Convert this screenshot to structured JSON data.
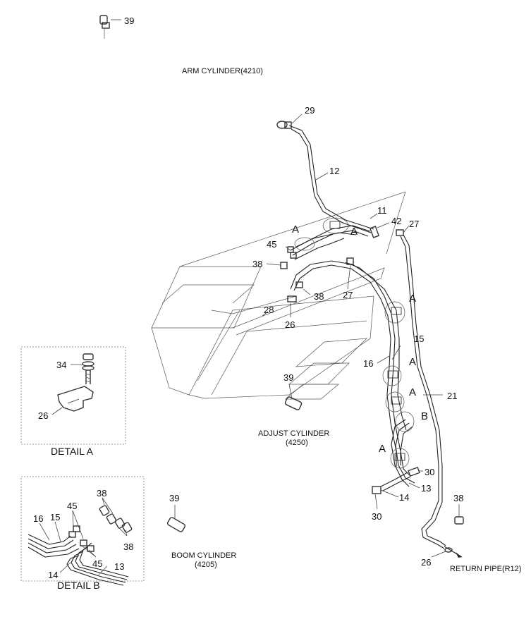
{
  "notes": {
    "arm_cylinder": "ARM CYLINDER(4210)",
    "adjust_cylinder_1": "ADJUST CYLINDER",
    "adjust_cylinder_2": "(4250)",
    "boom_cylinder_1": "BOOM CYLINDER",
    "boom_cylinder_2": "(4205)",
    "return_pipe": "RETURN PIPE(R12)"
  },
  "details": {
    "a_title": "DETAIL  A",
    "b_title": "DETAIL  B"
  },
  "part_numbers": {
    "p39_top": "39",
    "p29": "29",
    "p12": "12",
    "p11": "11",
    "p42": "42",
    "p27_right": "27",
    "p45_main": "45",
    "p38_main_left": "38",
    "p38_main_mid": "38",
    "p27_mid": "27",
    "p28": "28",
    "p26_main": "26",
    "p15_main": "15",
    "p16_main": "16",
    "p21": "21",
    "p39_mid": "39",
    "p30_right": "30",
    "p13_main": "13",
    "p14_main": "14",
    "p30_bottom": "30",
    "p38_right": "38",
    "p26_bottom": "26",
    "p39_bottom": "39",
    "p34_detail": "34",
    "p26_detail": "26",
    "p38_detb_top": "38",
    "p45_detb_top": "45",
    "p16_detb": "16",
    "p15_detb": "15",
    "p38_detb_right": "38",
    "p45_detb_bottom": "45",
    "p13_detb": "13",
    "p14_detb": "14"
  },
  "view_letters": {
    "a1": "A",
    "a2": "A",
    "a3": "A",
    "a4": "A",
    "a5": "A",
    "a6": "A",
    "b1": "B"
  }
}
